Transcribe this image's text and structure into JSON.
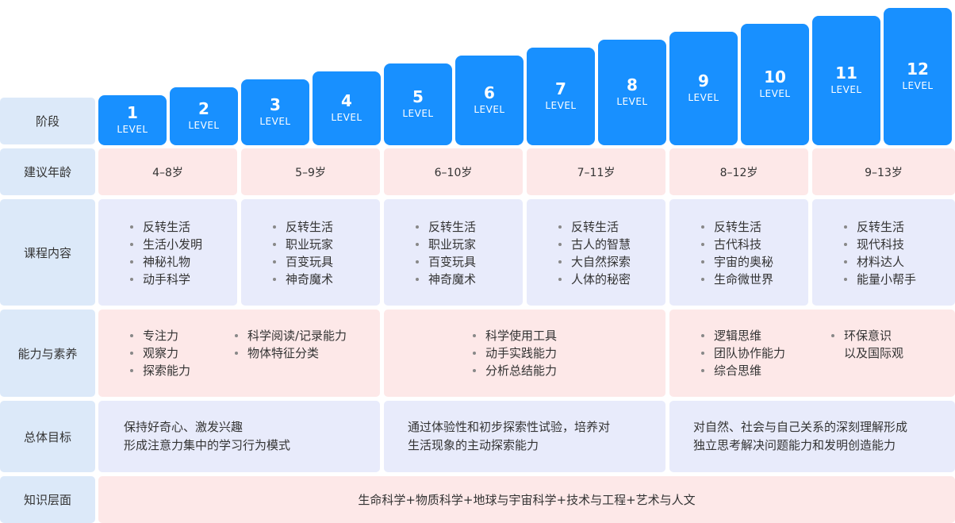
{
  "row_labels": {
    "stage": "阶段",
    "age": "建议年龄",
    "course": "课程内容",
    "ability": "能力与素养",
    "goal": "总体目标",
    "knowledge": "知识层面"
  },
  "level_text": "LEVEL",
  "levels": [
    "1",
    "2",
    "3",
    "4",
    "5",
    "6",
    "7",
    "8",
    "9",
    "10",
    "11",
    "12"
  ],
  "ages": [
    "4–8岁",
    "5–9岁",
    "6–10岁",
    "7–11岁",
    "8–12岁",
    "9–13岁"
  ],
  "courses": [
    [
      "反转生活",
      "生活小发明",
      "神秘礼物",
      "动手科学"
    ],
    [
      "反转生活",
      "职业玩家",
      "百变玩具",
      "神奇魔术"
    ],
    [
      "反转生活",
      "职业玩家",
      "百变玩具",
      "神奇魔术"
    ],
    [
      "反转生活",
      "古人的智慧",
      "大自然探索",
      "人体的秘密"
    ],
    [
      "反转生活",
      "古代科技",
      "宇宙的奥秘",
      "生命微世界"
    ],
    [
      "反转生活",
      "现代科技",
      "材料达人",
      "能量小帮手"
    ]
  ],
  "abilities": {
    "g1_col1": [
      "专注力",
      "观察力",
      "探索能力"
    ],
    "g1_col2": [
      "科学阅读/记录能力",
      "物体特征分类"
    ],
    "g2": [
      "科学使用工具",
      "动手实践能力",
      "分析总结能力"
    ],
    "g3_col1": [
      "逻辑思维",
      "团队协作能力",
      "综合思维"
    ],
    "g3_col2": [
      "环保意识"
    ],
    "g3_col2_cont": "以及国际观"
  },
  "goals": [
    [
      "保持好奇心、激发兴趣",
      "形成注意力集中的学习行为模式"
    ],
    [
      "通过体验性和初步探索性试验，培养对",
      "生活现象的主动探索能力"
    ],
    [
      "对自然、社会与自己关系的深刻理解形成",
      "独立思考解决问题能力和发明创造能力"
    ]
  ],
  "knowledge": "生命科学+物质科学+地球与宇宙科学+技术与工程+艺术与人文",
  "colors": {
    "tab": "#1890ff",
    "label_bg": "#dce9f9",
    "pink": "#fde8e8",
    "lavender": "#e8ebfb"
  }
}
